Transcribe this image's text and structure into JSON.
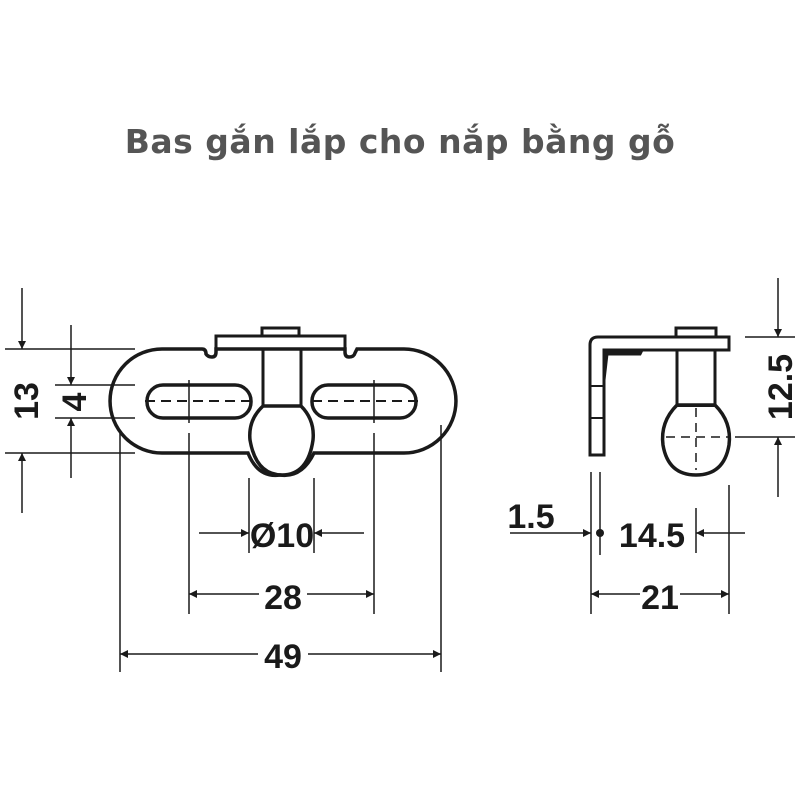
{
  "title": "Bas gắn lắp cho nắp bằng gỗ",
  "front_view": {
    "dimensions": {
      "height_total": "13",
      "slot_height": "4",
      "pin_diameter": "Ø10",
      "slot_spacing": "28",
      "width_total": "49"
    }
  },
  "side_view": {
    "dimensions": {
      "pin_height": "12.5",
      "plate_thickness": "1.5",
      "pin_offset": "14.5",
      "depth_total": "21"
    }
  },
  "colors": {
    "line": "#1a1a1a",
    "title": "#555555",
    "background": "#ffffff"
  }
}
